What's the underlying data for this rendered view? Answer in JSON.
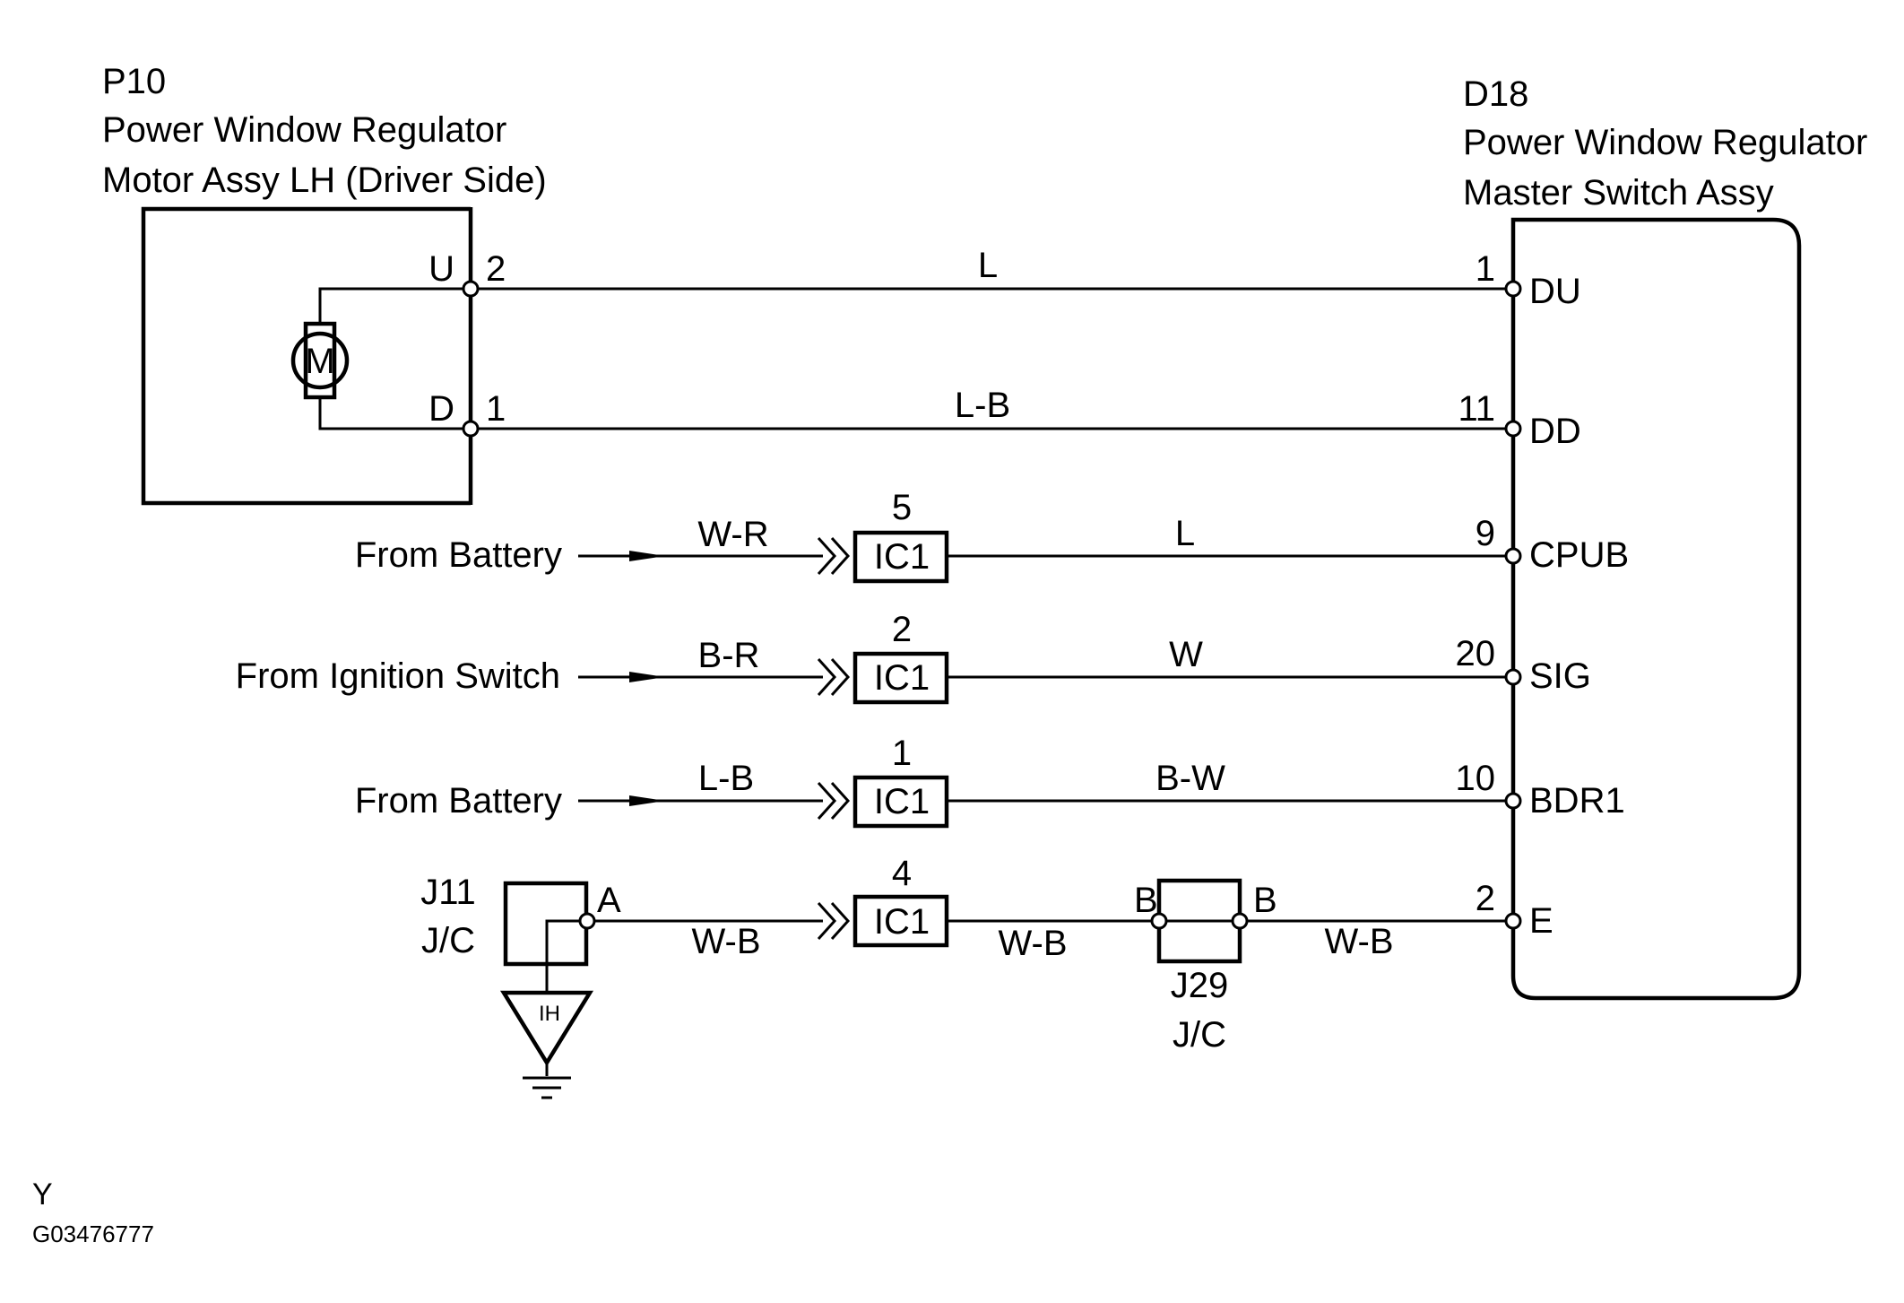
{
  "components": {
    "p10": {
      "code": "P10",
      "name_line1": "Power Window Regulator",
      "name_line2": "Motor Assy LH (Driver Side)",
      "motor_symbol": "M",
      "terminal_u_label": "U",
      "terminal_u_pin": "2",
      "terminal_d_label": "D",
      "terminal_d_pin": "1"
    },
    "d18": {
      "code": "D18",
      "name_line1": "Power Window Regulator",
      "name_line2": "Master Switch Assy",
      "pins": [
        {
          "num": "1",
          "name": "DU"
        },
        {
          "num": "11",
          "name": "DD"
        },
        {
          "num": "9",
          "name": "CPUB"
        },
        {
          "num": "20",
          "name": "SIG"
        },
        {
          "num": "10",
          "name": "BDR1"
        },
        {
          "num": "2",
          "name": "E"
        }
      ]
    },
    "j11": {
      "code": "J11",
      "type": "J/C",
      "pin": "A",
      "ground_label": "IH"
    },
    "j29": {
      "code": "J29",
      "type": "J/C",
      "pin_left": "B",
      "pin_right": "B"
    }
  },
  "wires": {
    "du_line": "L",
    "dd_line": "L-B",
    "cpub_in": "W-R",
    "cpub_out": "L",
    "sig_in": "B-R",
    "sig_out": "W",
    "bdr1_in": "L-B",
    "bdr1_out": "B-W",
    "e_a": "W-B",
    "e_b": "W-B",
    "e_c": "W-B"
  },
  "connectors": [
    {
      "name": "IC1",
      "pin": "5"
    },
    {
      "name": "IC1",
      "pin": "2"
    },
    {
      "name": "IC1",
      "pin": "1"
    },
    {
      "name": "IC1",
      "pin": "4"
    }
  ],
  "sources": {
    "cpub": "From Battery",
    "sig": "From Ignition Switch",
    "bdr1": "From Battery"
  },
  "footer": {
    "letter": "Y",
    "code": "G03476777"
  }
}
